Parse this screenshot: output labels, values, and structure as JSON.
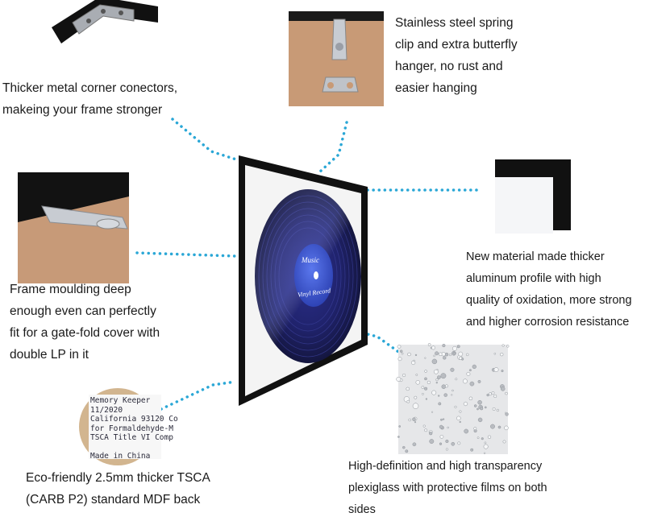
{
  "features": {
    "corner": [
      "Thicker metal corner conectors,",
      "makeing your frame stronger"
    ],
    "clip": [
      "Stainless steel spring",
      "clip and extra butterfly",
      "hanger, no rust and",
      "easier hanging"
    ],
    "moulding": [
      "Frame moulding deep",
      "enough even can perfectly",
      "fit for a gate-fold cover with",
      "double LP in it"
    ],
    "profile": [
      "New material made thicker",
      "aluminum profile with high",
      "quality of oxidation, more strong",
      "and higher corrosion resistance"
    ],
    "back": [
      "Eco-friendly 2.5mm thicker TSCA",
      "(CARB P2) standard MDF back"
    ],
    "glass": [
      "High-definition and high transparency",
      "plexiglass with protective films on both",
      "sides"
    ]
  },
  "record_label": {
    "line1": "Music",
    "line2": "Vinyl Record"
  },
  "back_sticker": [
    "Memory Keeper",
    "11/2020",
    "California 93120 Co",
    "for Formaldehyde-M",
    "TSCA Title VI Comp",
    "",
    "Made in China"
  ],
  "colors": {
    "connector": "#2aa7d6",
    "frame": "#111111",
    "record": "#1c1f6b",
    "label": "#3a55d0"
  }
}
